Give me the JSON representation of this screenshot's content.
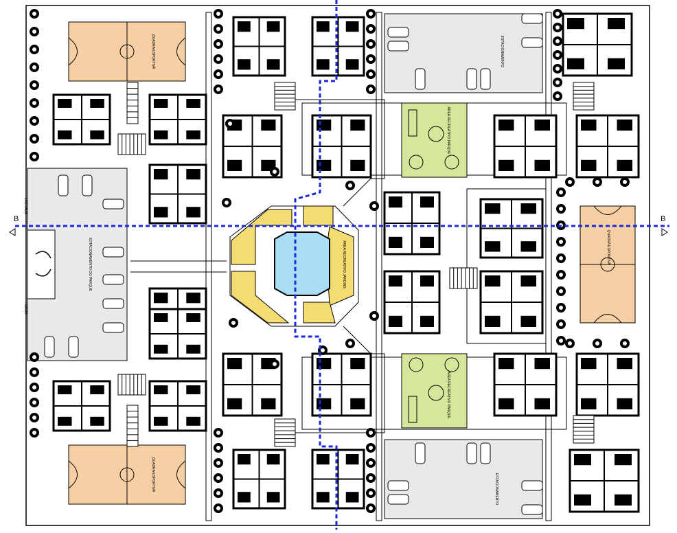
{
  "colors": {
    "court": "#f7cfa5",
    "green_area": "#d6e69b",
    "recreation": "#f3dc72",
    "pool": "#a9ddf3",
    "parking": "#e9e9e9",
    "wall": "#000000",
    "section_line": "#1a2ad8"
  },
  "section": {
    "left_label": "B",
    "right_label": "B"
  },
  "courts": {
    "top_left": "QUADRA ESPORTIVA",
    "bottom_left": "QUADRA ESPORTIVA",
    "right": "QUADRA ESPORTIVA"
  },
  "parking": {
    "top_right": "ESTACIONAMENTO",
    "bottom_right": "ESTACIONAMENTO",
    "left_main": "ESTACIONAMENTO DO PARQUE",
    "entrance": "ENTRADA",
    "exit": "SAÍDA"
  },
  "green_areas": {
    "top": "ÁREA RECREATIVO PARQUE",
    "bottom": "ÁREA RECREATIVO PARQUE"
  },
  "central": {
    "recreation": "ÁREA RECREATIVO JARDINS"
  },
  "icons": [
    "tree-icon",
    "car-icon",
    "stair-icon",
    "pool-icon",
    "swing-icon"
  ]
}
